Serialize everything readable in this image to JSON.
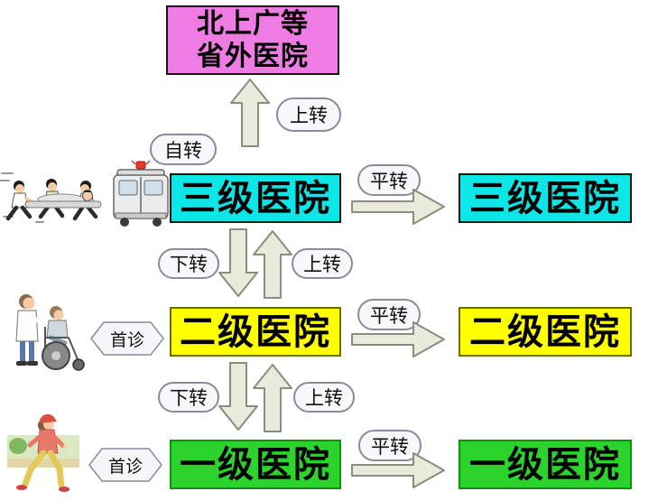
{
  "diagram": {
    "top_box": {
      "line1": "北上广等",
      "line2": "省外医院"
    },
    "levels": [
      {
        "id": "tertiary",
        "left": "三级医院",
        "right": "三级医院"
      },
      {
        "id": "secondary",
        "left": "二级医院",
        "right": "二级医院"
      },
      {
        "id": "primary",
        "left": "一级医院",
        "right": "一级医院"
      }
    ],
    "labels": {
      "up": "上转",
      "down": "下转",
      "lateral": "平转",
      "self": "自转",
      "first_visit": "首诊"
    },
    "colors": {
      "out_of_province_box": "#ee7ce2",
      "tertiary_box": "#0ce6e6",
      "secondary_box": "#ffff00",
      "primary_box": "#2cd32c",
      "arrow_fill": "#eaeadc",
      "arrow_stroke": "#8c8c7a",
      "pill_fill": "#f8f8fc",
      "pill_stroke": "#8a8a9a"
    },
    "illustrations": {
      "tertiary": "emergency-stretcher-and-ambulance",
      "secondary": "doctor-pushing-wheelchair",
      "primary": "walking-person"
    }
  }
}
